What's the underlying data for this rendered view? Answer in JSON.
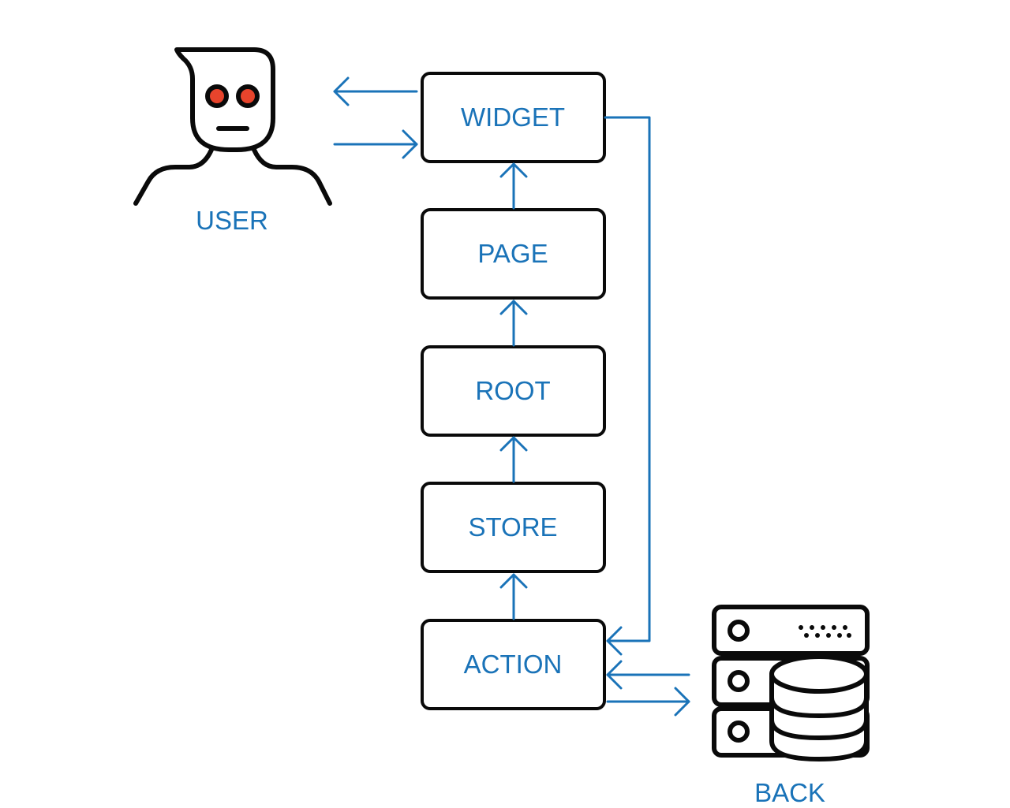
{
  "colors": {
    "accent": "#1a73b8",
    "stroke": "#0a0a0a",
    "eyes": "#e8442c",
    "background": "#ffffff"
  },
  "nodes": {
    "widget": "WIDGET",
    "page": "PAGE",
    "root": "ROOT",
    "store": "STORE",
    "action": "ACTION"
  },
  "actors": {
    "user": {
      "label": "USER",
      "icon": "user-avatar-icon"
    },
    "back": {
      "label": "BACK",
      "icon": "server-database-icon"
    }
  },
  "edges": [
    {
      "from": "widget",
      "to": "user"
    },
    {
      "from": "user",
      "to": "widget"
    },
    {
      "from": "page",
      "to": "widget"
    },
    {
      "from": "root",
      "to": "page"
    },
    {
      "from": "store",
      "to": "root"
    },
    {
      "from": "action",
      "to": "store"
    },
    {
      "from": "widget",
      "to": "action"
    },
    {
      "from": "back",
      "to": "action"
    },
    {
      "from": "action",
      "to": "back"
    }
  ]
}
